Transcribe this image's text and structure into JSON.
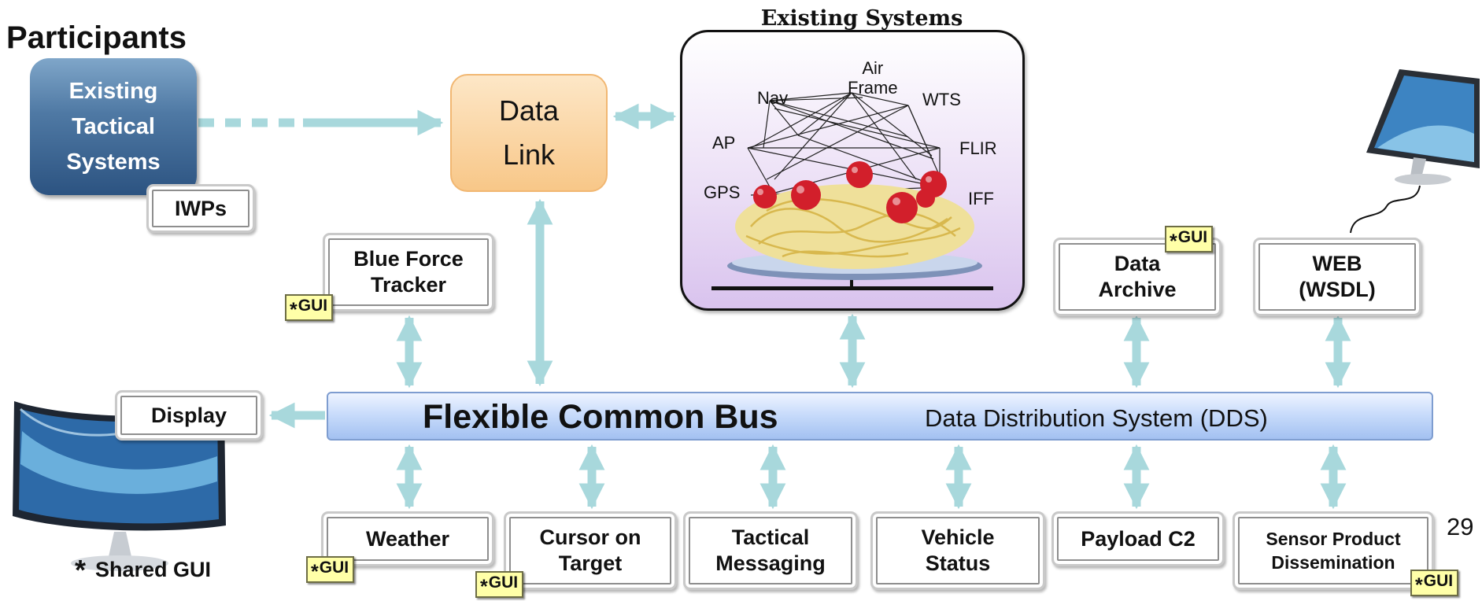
{
  "page_title": "Participants",
  "tactical_systems": "Existing\nTactical\nSystems",
  "iwps": "IWPs",
  "data_link": "Data\nLink",
  "existing_systems": {
    "title": "Existing Systems",
    "labels": {
      "nav": "Nav",
      "air_frame": "Air\nFrame",
      "wts": "WTS",
      "ap": "AP",
      "flir": "FLIR",
      "gps": "GPS",
      "iff": "IFF"
    }
  },
  "bus": {
    "title": "Flexible Common Bus",
    "subtitle": "Data Distribution System (DDS)"
  },
  "upper_modules": {
    "blue_force": "Blue Force\nTracker",
    "data_archive": "Data\nArchive",
    "web": "WEB\n(WSDL)",
    "display": "Display"
  },
  "lower_modules": {
    "weather": "Weather",
    "cursor": "Cursor on\nTarget",
    "tactical_messaging": "Tactical\nMessaging",
    "vehicle_status": "Vehicle\nStatus",
    "payload_c2": "Payload C2",
    "sensor_product": "Sensor Product\nDissemination"
  },
  "gui_tag": {
    "star": "*",
    "text": "GUI"
  },
  "legend": {
    "star": "*",
    "text": "Shared GUI"
  },
  "page_number": "29",
  "colors": {
    "arrow": "#a8d8dc",
    "bus_fill": "#b9d1f7",
    "tactical_fill": "#3f6794",
    "data_link_fill": "#fbd6a3",
    "existing_fill": "#e6d6f3",
    "gui_fill": "#ffffa8"
  }
}
